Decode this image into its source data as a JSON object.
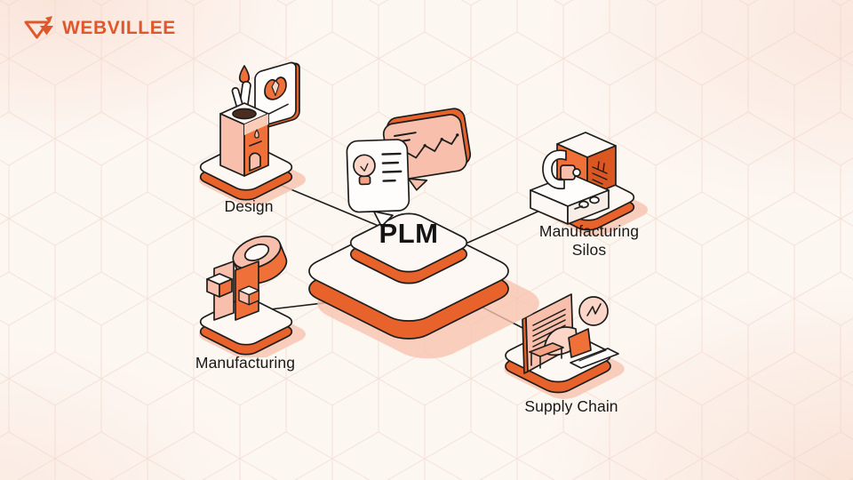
{
  "brand": {
    "name": "WEBVILLEE",
    "logo_icon": "webvillee-w-mark-icon",
    "color": "#E0572B"
  },
  "diagram": {
    "center": {
      "id": "plm",
      "label": "PLM",
      "icons": [
        "idea-speech-bubble-icon",
        "chart-speech-bubble-icon"
      ]
    },
    "nodes": [
      {
        "id": "design",
        "label": "Design",
        "icon": "design-tools-isometric-icon"
      },
      {
        "id": "manufacturing-silos",
        "label": "Manufacturing Silos",
        "icon": "press-machine-isometric-icon"
      },
      {
        "id": "manufacturing",
        "label": "Manufacturing",
        "icon": "machine-part-isometric-icon"
      },
      {
        "id": "supply-chain",
        "label": "Supply Chain",
        "icon": "logistics-station-isometric-icon"
      }
    ],
    "connections": [
      {
        "from": "design",
        "to": "plm"
      },
      {
        "from": "manufacturing",
        "to": "plm"
      },
      {
        "from": "plm",
        "to": "manufacturing-silos"
      },
      {
        "from": "plm",
        "to": "supply-chain"
      }
    ]
  },
  "colors": {
    "background": "#FDF7F2",
    "pattern_line": "#F1D3C6",
    "accent_orange": "#E8622C",
    "bright_orange": "#EF7039",
    "dark_orange": "#DB5722",
    "salmon": "#F8C0AC",
    "light_salmon": "#FBD6C8",
    "shadow_pink": "#F8C5B2",
    "surface_white": "#FDF8F3",
    "outline": "#1D1D1B",
    "text": "#181818"
  }
}
